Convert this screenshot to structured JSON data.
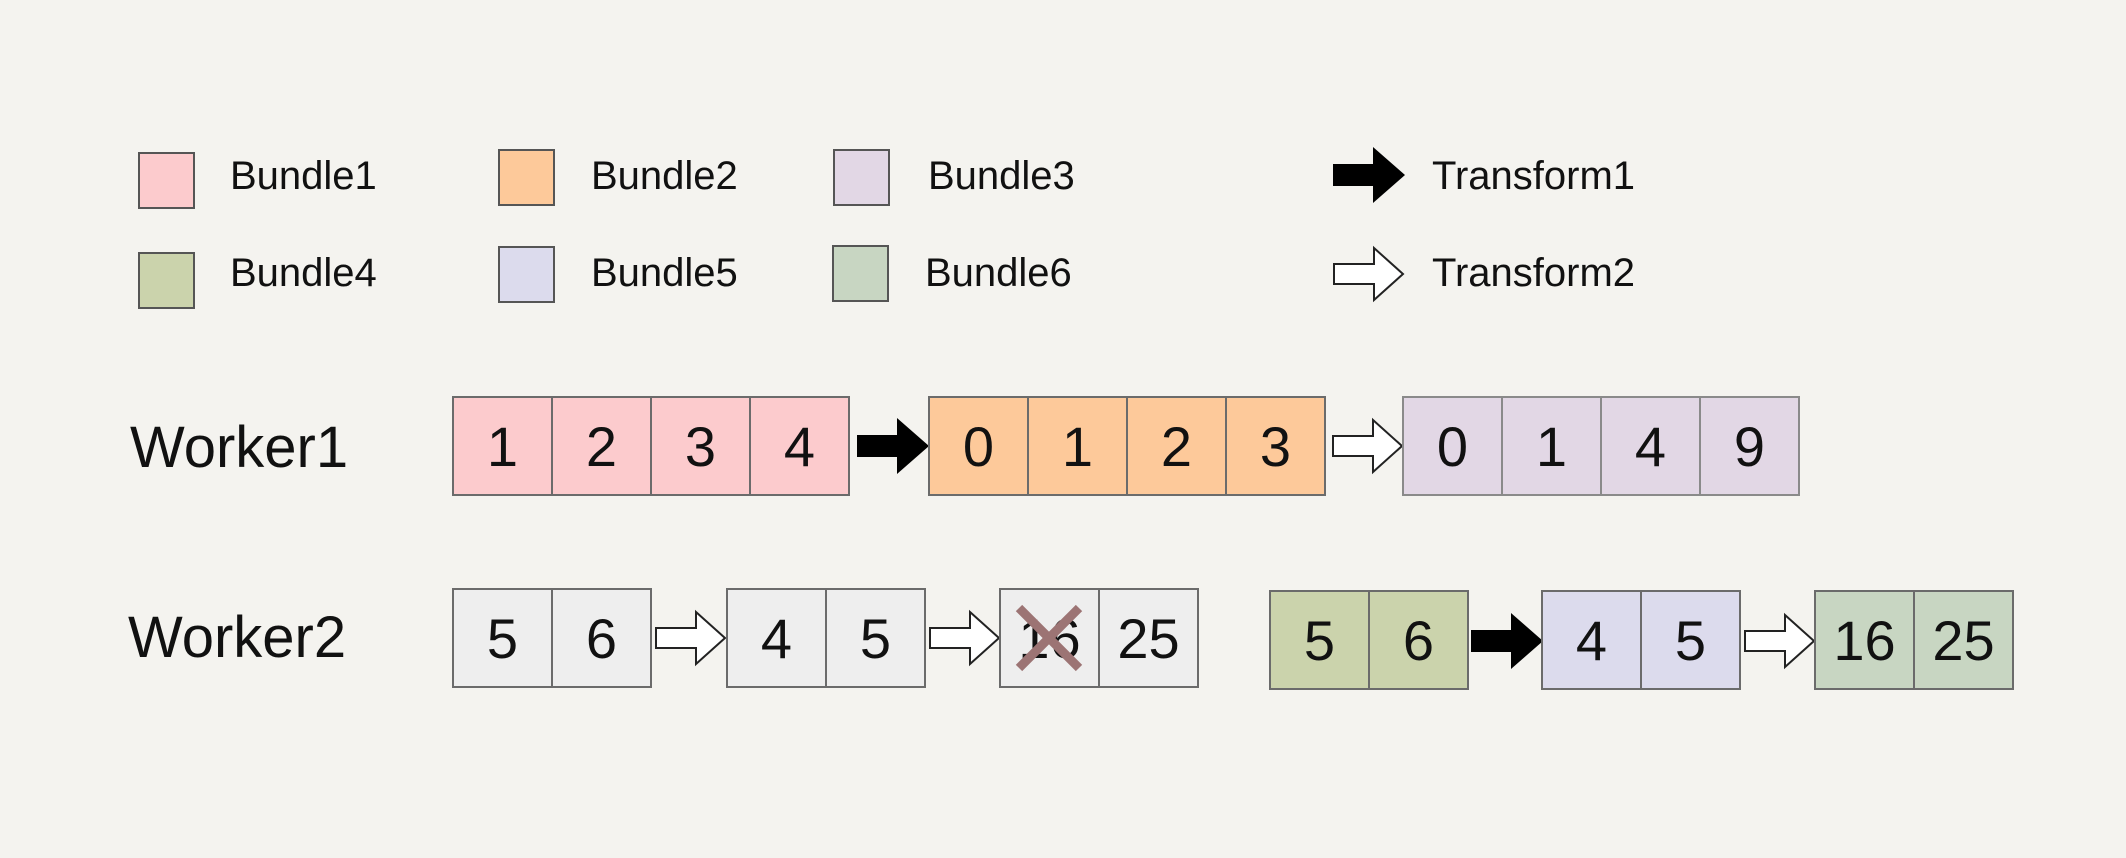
{
  "legend": {
    "bundles": [
      {
        "label": "Bundle1",
        "color": "#fccbcd"
      },
      {
        "label": "Bundle2",
        "color": "#fdc99a"
      },
      {
        "label": "Bundle3",
        "color": "#e2d7e5"
      },
      {
        "label": "Bundle4",
        "color": "#cbd3ac"
      },
      {
        "label": "Bundle5",
        "color": "#dcdbed"
      },
      {
        "label": "Bundle6",
        "color": "#c8d6c2"
      }
    ],
    "transforms": [
      {
        "label": "Transform1",
        "style": "filled-black-arrow"
      },
      {
        "label": "Transform2",
        "style": "outlined-white-arrow"
      }
    ]
  },
  "workers": [
    {
      "label": "Worker1",
      "bundles": [
        {
          "values": [
            "1",
            "2",
            "3",
            "4"
          ],
          "color": "#fccbcd"
        },
        {
          "values": [
            "0",
            "1",
            "2",
            "3"
          ],
          "color": "#fdc99a"
        },
        {
          "values": [
            "0",
            "1",
            "4",
            "9"
          ],
          "color": "#e2d7e5"
        }
      ]
    },
    {
      "label": "Worker2",
      "bundles": [
        {
          "values": [
            "5",
            "6"
          ],
          "color": "#eeeeee"
        },
        {
          "values": [
            "4",
            "5"
          ],
          "color": "#eeeeee"
        },
        {
          "values": [
            "16",
            "25"
          ],
          "color": "#eeeeee",
          "crossed_value": "16"
        },
        {
          "values": [
            "5",
            "6"
          ],
          "color": "#cbd3ac"
        },
        {
          "values": [
            "4",
            "5"
          ],
          "color": "#dcdbed"
        },
        {
          "values": [
            "16",
            "25"
          ],
          "color": "#c8d6c2"
        }
      ]
    }
  ],
  "colors": {
    "background": "#f4f3ef",
    "cross_mark": "#9c7474"
  }
}
